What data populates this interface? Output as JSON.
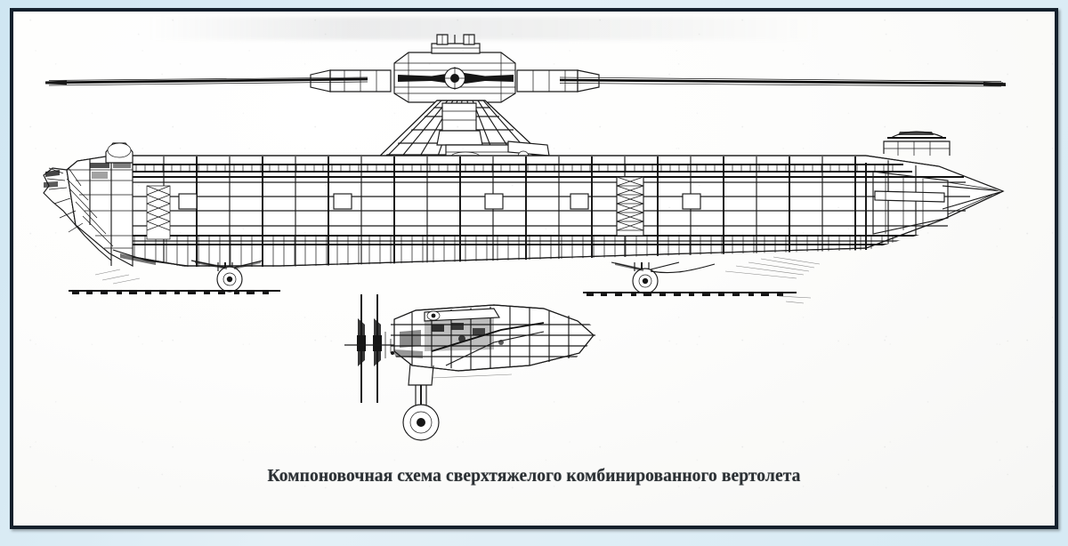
{
  "figure": {
    "caption": "Компоновочная схема сверхтяжелого комбинированного вертолета",
    "domain_kind": "technical-line-drawing",
    "frame_color": "#14202c",
    "mat_color": "#dcecf4",
    "paper_color": "#fbfbfa",
    "ink_color": "#1a1a1a"
  },
  "views": {
    "side_view": {
      "name": "side-elevation",
      "parts": {
        "main_rotor": "main-rotor-blades",
        "rotor_hub": "rotor-hub",
        "mast_cap": "mast-cap",
        "pylon": "rotor-pylon-truss",
        "fuselage": "fuselage-framework",
        "nose": "nose-cockpit-section",
        "tail": "tail-cone-section",
        "tail_fin": "tail-top-structure",
        "cargo_door": "cargo-door-lattice",
        "nose_gear": "forward-landing-gear",
        "main_gear": "aft-landing-gear",
        "ground_line": "ground-line-hatching",
        "window": "fuselage-window"
      }
    },
    "detail_view": {
      "name": "engine-nacelle-detail",
      "parts": {
        "propeller": "propeller-edge-on",
        "nacelle": "engine-nacelle-body",
        "strut": "gear-strut",
        "wheel": "detail-landing-wheel"
      }
    }
  },
  "chart_data": {
    "type": "table",
    "title": "Компоновочная схема сверхтяжелого комбинированного вертолета",
    "note": "Line drawing, no numeric axes"
  }
}
